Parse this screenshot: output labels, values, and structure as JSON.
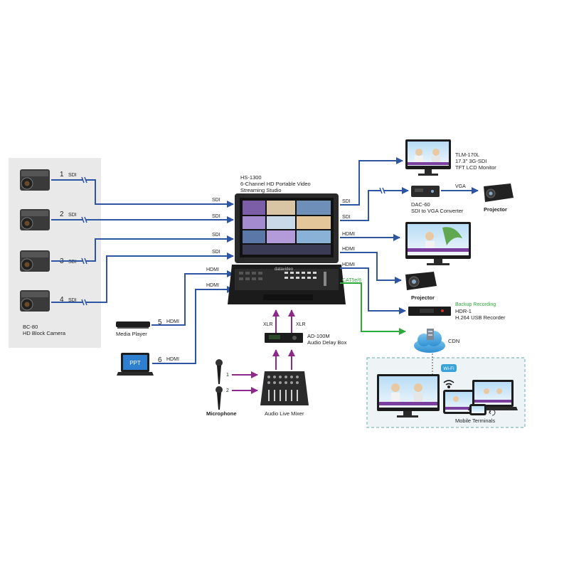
{
  "cameras": {
    "numbers": [
      "1",
      "2",
      "3",
      "4"
    ],
    "signal": "SDI",
    "model": "BC-80",
    "description": "HD Block Camera"
  },
  "sources": {
    "media_player": {
      "number": "5",
      "signal": "HDMI",
      "label": "Media Player"
    },
    "laptop": {
      "number": "6",
      "signal": "HDMI",
      "screen_text": "PPT"
    }
  },
  "switcher": {
    "model": "HS-1300",
    "desc_line1": "6-Channel HD Portable Video",
    "desc_line2": "Streaming Studio",
    "brand": "datavideo",
    "inputs": [
      "SDI",
      "SDI",
      "SDI",
      "SDI",
      "HDMI",
      "HDMI"
    ],
    "outputs": [
      "SDI",
      "SDI",
      "HDMI",
      "HDMI",
      "HDMI",
      "CAT5e/6"
    ]
  },
  "monitor": {
    "model": "TLM-170L",
    "desc_line1": "17.3\" 3G-SDI",
    "desc_line2": "TFT LCD Monitor"
  },
  "converter": {
    "model": "DAC-60",
    "desc": "SDI to VGA Converter",
    "signal": "VGA"
  },
  "projector_label": "Projector",
  "recorder": {
    "heading": "Backup Recording",
    "model": "HDR-1",
    "desc": "H.264 USB Recorder"
  },
  "cdn": {
    "label": "CDN",
    "wifi": "Wi-Fi",
    "mobile": "Mobile Terminals"
  },
  "audio": {
    "delay_model": "AD-100M",
    "delay_desc": "Audio Delay Box",
    "xlr": "XLR",
    "mixer": "Audio Live Mixer",
    "mic_label": "Microphone",
    "mic_numbers": [
      "1",
      "2"
    ]
  },
  "colors": {
    "link": "#2e55a3",
    "stream": "#2eaa3a",
    "audio": "#8c2a8c",
    "panel": "#e9e9e9",
    "cdn_panel": "#eef4f5",
    "cdn_border": "#7fb9c3"
  }
}
